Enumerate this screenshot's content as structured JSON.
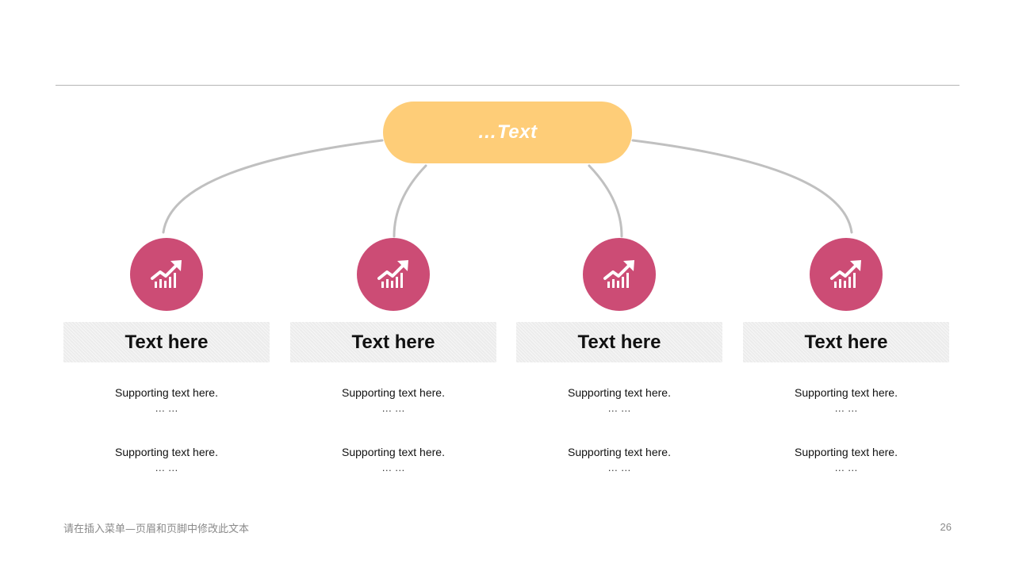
{
  "root": {
    "label": "…Text"
  },
  "columns": [
    {
      "title": "Text here",
      "support": [
        {
          "text": "Supporting  text here.",
          "dots": "… …"
        },
        {
          "text": "Supporting  text here.",
          "dots": "… …"
        }
      ]
    },
    {
      "title": "Text here",
      "support": [
        {
          "text": "Supporting  text here.",
          "dots": "… …"
        },
        {
          "text": "Supporting  text here.",
          "dots": "… …"
        }
      ]
    },
    {
      "title": "Text here",
      "support": [
        {
          "text": "Supporting  text here.",
          "dots": "… …"
        },
        {
          "text": "Supporting  text here.",
          "dots": "… …"
        }
      ]
    },
    {
      "title": "Text here",
      "support": [
        {
          "text": "Supporting  text here.",
          "dots": "… …"
        },
        {
          "text": "Supporting  text here.",
          "dots": "… …"
        }
      ]
    }
  ],
  "icons": {
    "node_icon": "growth-chart-icon"
  },
  "colors": {
    "root": "#fecd78",
    "node": "#cc4c75",
    "connector": "#c0c0c0",
    "header_box": "#ececec"
  },
  "footer": {
    "text": "请在插入菜单—页眉和页脚中修改此文本",
    "page": "26"
  }
}
